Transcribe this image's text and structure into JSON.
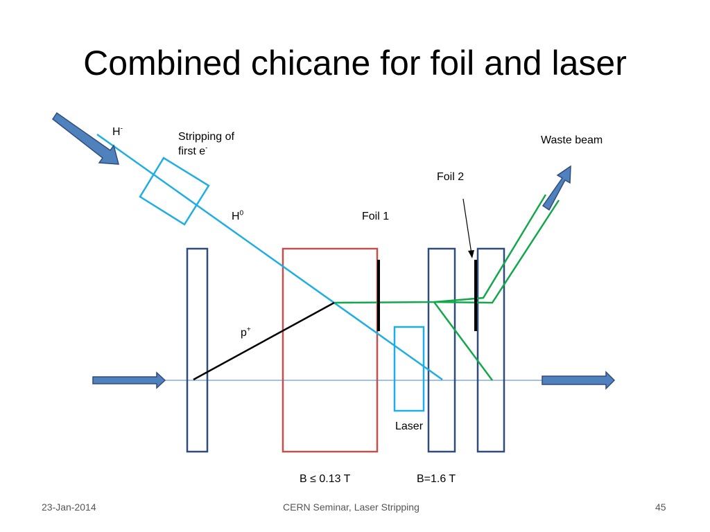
{
  "title": "Combined chicane for foil and laser",
  "labels": {
    "h_minus": "H",
    "h_minus_sup": "-",
    "stripping_line1": "Stripping of",
    "stripping_line2": "first e",
    "stripping_sup": "-",
    "h_zero": "H",
    "h_zero_sup": "0",
    "proton": "p",
    "proton_sup": "+",
    "foil1": "Foil 1",
    "foil2": "Foil 2",
    "waste_beam": "Waste beam",
    "laser": "Laser",
    "field_low": "B ≤ 0.13 T",
    "field_high": "B=1.6 T"
  },
  "footer": {
    "date": "23-Jan-2014",
    "center": "CERN Seminar, Laser Stripping",
    "page": "45"
  },
  "colors": {
    "h_beam": "#1eaee6",
    "stripped_beam": "#12a84a",
    "proton_line": "#000000",
    "dipole_low": "#c0504d",
    "dipole_high": "#2f4b7c",
    "arrow_fill": "#4f81bd",
    "arrow_stroke": "#2f4b7c"
  }
}
